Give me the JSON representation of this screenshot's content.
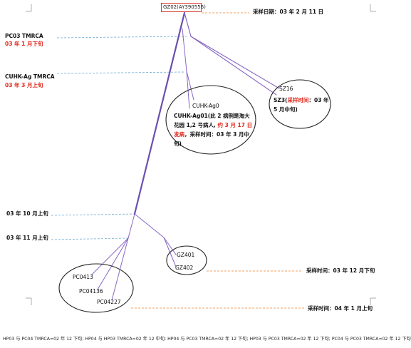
{
  "root": {
    "label": "GZ02(AY390556)",
    "sampling": "采样日期：03 年 2 月 11 日"
  },
  "time_markers": [
    {
      "id": "pc03",
      "line1": "PC03  TMRCA",
      "line2": "03 年 1 月下旬"
    },
    {
      "id": "cuhk",
      "line1": "CUHK-Ag  TMRCA",
      "line2": "03 年 3 月上旬"
    },
    {
      "id": "oct",
      "line1": "03 年 10 月上旬",
      "line2": ""
    },
    {
      "id": "nov",
      "line1": "03 年 11 月上旬",
      "line2": ""
    }
  ],
  "cuhk_cluster": {
    "title": "CUHK-Ag0",
    "desc_1": "CUHK-Ag01(此  2  病例是淘大",
    "desc_2a": "花园 1,2 号病人, ",
    "desc_2b": "约 3 月 17 日",
    "desc_3a": "发病",
    "desc_3b": "，采样时间：03  年  3  月中",
    "desc_4": "旬)"
  },
  "sz_cluster": {
    "sz16": "SZ16",
    "sz3_prefix": "SZ3(",
    "sz3_red": "采样时间",
    "sz3_suffix": "：03  年",
    "sz3_line2": "5 月中旬)"
  },
  "gz_cluster": {
    "gz401": "GZ401",
    "gz402": "GZ402",
    "sampling": "采样时间：03 年 12 月下旬"
  },
  "pc_cluster": {
    "pc0413": "PC0413",
    "pc04136": "PC04136",
    "pc04227": "PC04227",
    "sampling": "采样时间：04 年 1 月上旬"
  },
  "bottom_note": "HP03 与 PC04 TMRCA=02 年 12 下旬; HP04 与 HP03 TMRCA=02 年 12 中旬; HP04 与 PC03 TMRCA=02 年 12 下旬; HP03 与 PC03 TMRCA=02 年 12 下旬; PC04 与 PC03 TMRCA=02 年 12 下旬",
  "colors": {
    "branch": "#8866c4",
    "trunk": "#6b4fb0",
    "guide_blue": "#7fb4d8",
    "guide_orange": "#f0a060",
    "accent_red": "#e0261b"
  }
}
